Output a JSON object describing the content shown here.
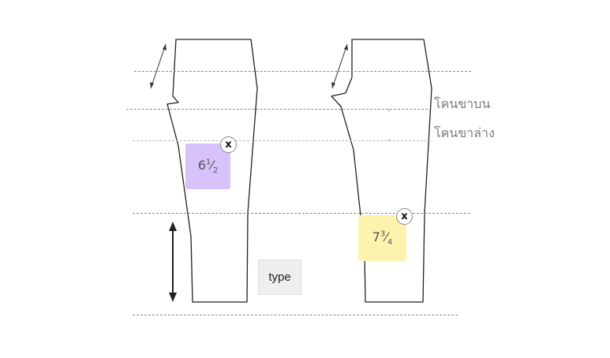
{
  "labels": {
    "upper_leg": "โคนขาบน",
    "lower_leg": "โคนขาล่าง"
  },
  "stickers": [
    {
      "whole": "6",
      "num": "1",
      "den": "2",
      "color": "#d7c2f9"
    },
    {
      "whole": "7",
      "num": "3",
      "den": "4",
      "color": "#fcf3ae"
    }
  ],
  "close_label": "x",
  "type_button": "type",
  "colors": {
    "outline": "#222222",
    "dash": "#888888",
    "dash_light": "#bdbdbd"
  }
}
